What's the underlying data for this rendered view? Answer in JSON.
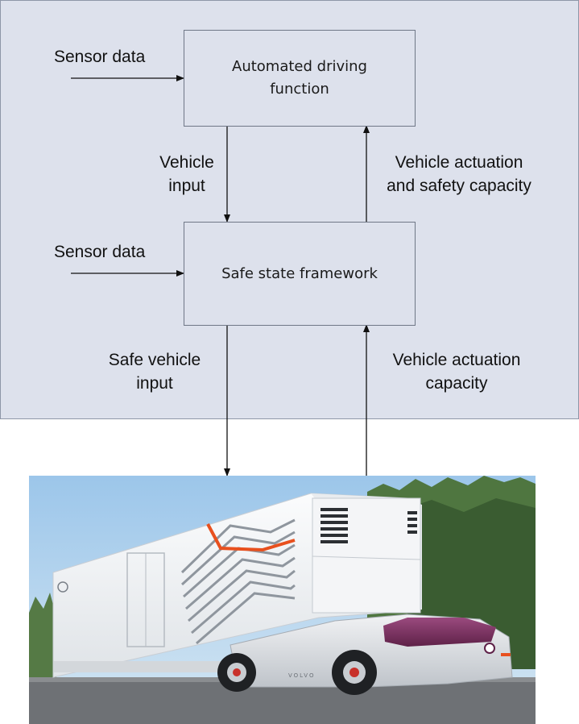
{
  "blocks": {
    "automated_driving": "Automated driving\nfunction",
    "safe_state": "Safe state framework"
  },
  "labels": {
    "sensor_data_top": "Sensor data",
    "sensor_data_mid": "Sensor data",
    "vehicle_input": "Vehicle\ninput",
    "vehicle_actuation_safety": "Vehicle actuation\nand safety capacity",
    "safe_vehicle_input": "Safe vehicle\ninput",
    "vehicle_actuation_capacity": "Vehicle actuation\ncapacity"
  },
  "photo": {
    "subject": "autonomous-truck-with-trailer",
    "brand_text": "VOLVO"
  },
  "colors": {
    "panel": "#dde1ec",
    "border": "#6f7787",
    "accent_stripe": "#e8501e",
    "cab_roof": "#7d2f63"
  }
}
